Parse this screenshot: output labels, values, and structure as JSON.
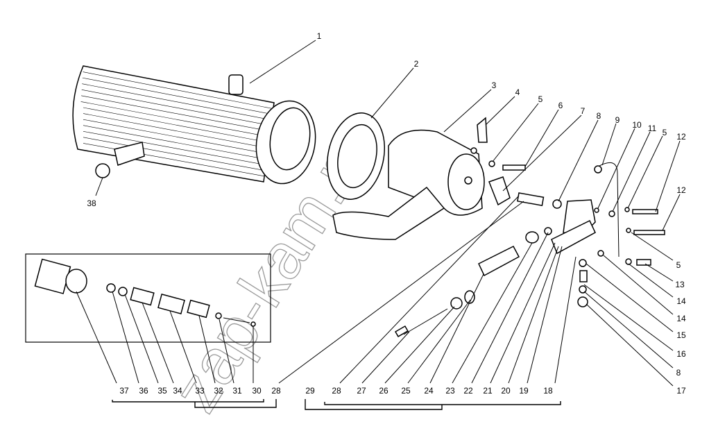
{
  "diagram": {
    "watermark": "zap-kam.ru",
    "top_labels": [
      "1",
      "2",
      "3",
      "4",
      "5",
      "6",
      "7",
      "8",
      "9",
      "10",
      "11",
      "5",
      "12"
    ],
    "right_labels": [
      "12",
      "5",
      "13",
      "14",
      "14",
      "15",
      "16",
      "8",
      "17"
    ],
    "left_labels": [
      "38"
    ],
    "bottom_labels": [
      "37",
      "36",
      "35",
      "34",
      "33",
      "32",
      "31",
      "30",
      "28",
      "29",
      "28",
      "27",
      "26",
      "25",
      "24",
      "23",
      "22",
      "21",
      "20",
      "19",
      "18"
    ]
  }
}
